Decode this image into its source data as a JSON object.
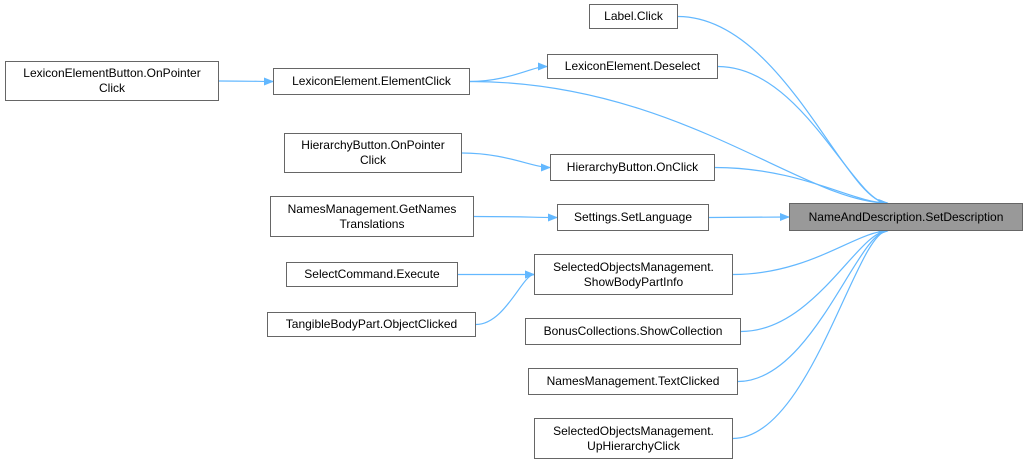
{
  "graph": {
    "edge_color": "#63b8ff",
    "root_fill": "#999999",
    "border_color": "#666666",
    "root": {
      "label": "NameAndDescription.SetDescription"
    },
    "nodes": [
      {
        "id": "label_click",
        "lines": [
          "Label.Click"
        ]
      },
      {
        "id": "lexicon_deselect",
        "lines": [
          "LexiconElement.Deselect"
        ]
      },
      {
        "id": "lexicon_element_click",
        "lines": [
          "LexiconElement.ElementClick"
        ]
      },
      {
        "id": "lexicon_button_onpointer",
        "lines": [
          "LexiconElementButton.OnPointer",
          "Click"
        ]
      },
      {
        "id": "hierarchy_onpointer",
        "lines": [
          "HierarchyButton.OnPointer",
          "Click"
        ]
      },
      {
        "id": "hierarchy_onclick",
        "lines": [
          "HierarchyButton.OnClick"
        ]
      },
      {
        "id": "names_get_translations",
        "lines": [
          "NamesManagement.GetNames",
          "Translations"
        ]
      },
      {
        "id": "settings_setlanguage",
        "lines": [
          "Settings.SetLanguage"
        ]
      },
      {
        "id": "selected_showbodypart",
        "lines": [
          "SelectedObjectsManagement.",
          "ShowBodyPartInfo"
        ]
      },
      {
        "id": "select_execute",
        "lines": [
          "SelectCommand.Execute"
        ]
      },
      {
        "id": "tangible_objectclicked",
        "lines": [
          "TangibleBodyPart.ObjectClicked"
        ]
      },
      {
        "id": "bonus_showcollection",
        "lines": [
          "BonusCollections.ShowCollection"
        ]
      },
      {
        "id": "names_textclicked",
        "lines": [
          "NamesManagement.TextClicked"
        ]
      },
      {
        "id": "selected_uphierarchy",
        "lines": [
          "SelectedObjectsManagement.",
          "UpHierarchyClick"
        ]
      }
    ],
    "edges": [
      [
        "label_click",
        "root"
      ],
      [
        "lexicon_deselect",
        "root"
      ],
      [
        "lexicon_element_click",
        "root"
      ],
      [
        "hierarchy_onclick",
        "root"
      ],
      [
        "settings_setlanguage",
        "root"
      ],
      [
        "selected_showbodypart",
        "root"
      ],
      [
        "bonus_showcollection",
        "root"
      ],
      [
        "names_textclicked",
        "root"
      ],
      [
        "selected_uphierarchy",
        "root"
      ],
      [
        "lexicon_element_click",
        "lexicon_deselect"
      ],
      [
        "lexicon_button_onpointer",
        "lexicon_element_click"
      ],
      [
        "hierarchy_onpointer",
        "hierarchy_onclick"
      ],
      [
        "names_get_translations",
        "settings_setlanguage"
      ],
      [
        "select_execute",
        "selected_showbodypart"
      ],
      [
        "tangible_objectclicked",
        "selected_showbodypart"
      ]
    ]
  }
}
